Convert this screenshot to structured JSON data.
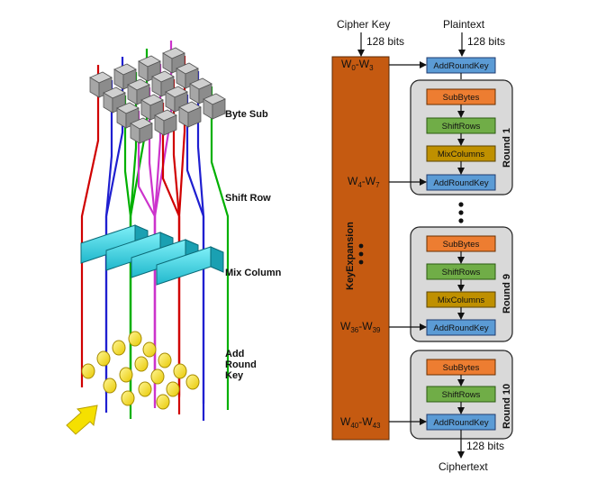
{
  "left_labels": {
    "byte_sub": "Byte Sub",
    "shift_row": "Shift Row",
    "mix_column": "Mix Column",
    "add_round_key": [
      "Add",
      "Round",
      "Key"
    ]
  },
  "right": {
    "cipher_key": "Cipher Key",
    "plaintext": "Plaintext",
    "bits_in_key": "128 bits",
    "bits_in_plain": "128 bits",
    "bits_out": "128 bits",
    "ciphertext": "Ciphertext",
    "key_expansion": "KeyExpansion",
    "words": [
      {
        "base": "W",
        "s1": "0",
        "dash": "-W",
        "s2": "3"
      },
      {
        "base": "W",
        "s1": "4",
        "dash": "-W",
        "s2": "7"
      },
      {
        "base": "W",
        "s1": "36",
        "dash": "-W",
        "s2": "39"
      },
      {
        "base": "W",
        "s1": "40",
        "dash": "-W",
        "s2": "43"
      }
    ],
    "initial_add_round_key": "AddRoundKey",
    "rounds": [
      {
        "label": "Round 1",
        "steps": [
          "SubBytes",
          "ShiftRows",
          "MixColumns",
          "AddRoundKey"
        ]
      },
      {
        "label": "Round 9",
        "steps": [
          "SubBytes",
          "ShiftRows",
          "MixColumns",
          "AddRoundKey"
        ]
      },
      {
        "label": "Round 10",
        "steps": [
          "SubBytes",
          "ShiftRows",
          "AddRoundKey"
        ]
      }
    ]
  },
  "colors": {
    "key_expansion": "#c55a11",
    "sub_bytes": "#ed7d31",
    "shift_rows": "#70ad47",
    "mix_columns": "#bf9000",
    "add_round_key": "#5b9bd5",
    "round_box": "#d9d9d9",
    "wire_red": "#d00000",
    "wire_blue": "#1f1fd0",
    "wire_green": "#00b000",
    "wire_magenta": "#cc33cc",
    "mix_column_bar": "#33d0e0",
    "cube": "#a6a6a6",
    "key_ball": "#f5e000",
    "arrow": "#f5e000"
  }
}
